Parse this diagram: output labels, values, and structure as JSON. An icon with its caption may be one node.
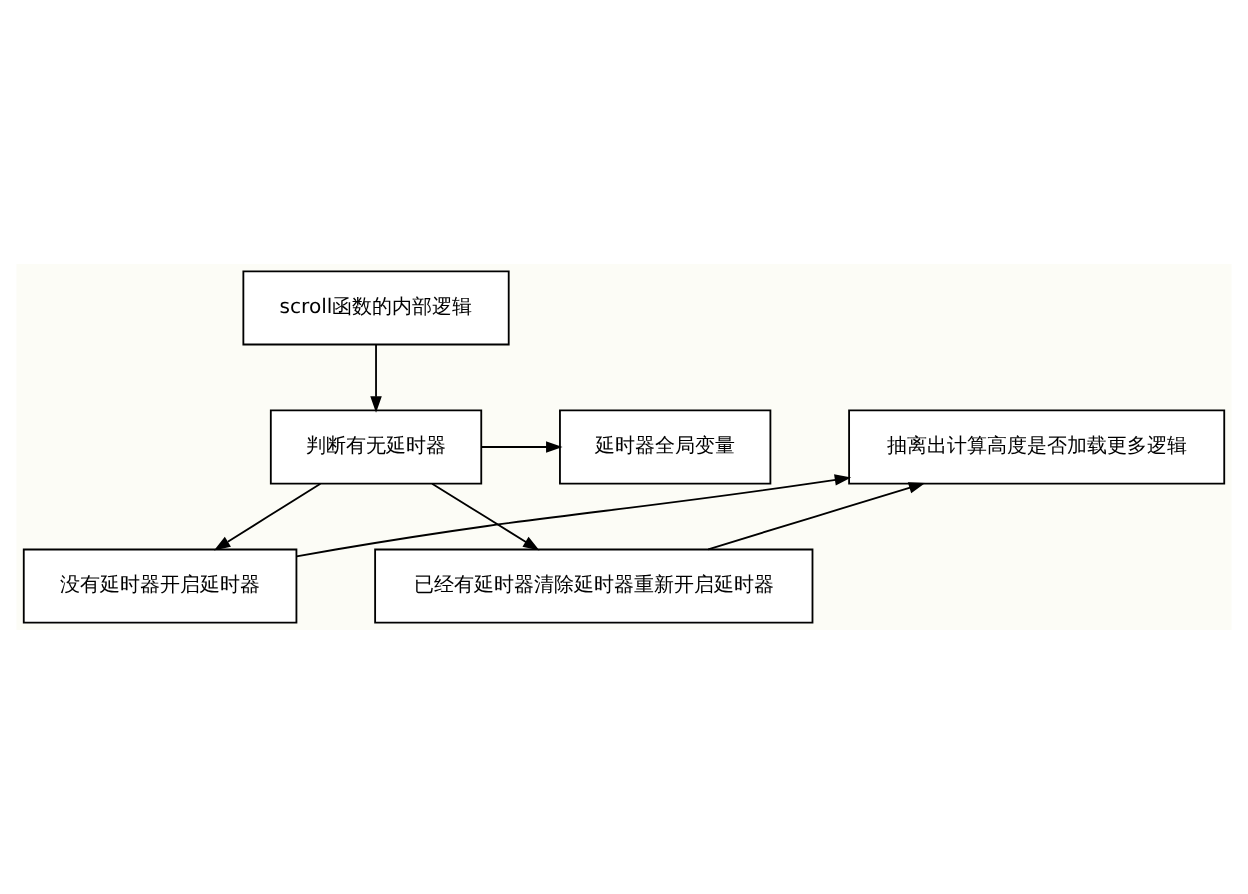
{
  "diagram": {
    "nodes": [
      {
        "text": [
          "scroll函数的内部逻辑"
        ]
      },
      {
        "text": [
          "延时器全局变量"
        ]
      },
      {
        "text": [
          "判断有无延时器"
        ]
      },
      {
        "text": [
          "抽离出计算高度是否加载更多逻辑"
        ]
      },
      {
        "text": [
          "没有延时器开启延时器"
        ]
      },
      {
        "text": [
          "已经有延时器清除延时器重新开启延时器"
        ]
      }
    ],
    "edges": [
      {
        "from": 0,
        "to": 2,
        "arrow": "to"
      },
      {
        "from": 2,
        "to": 1,
        "arrow": "to"
      },
      {
        "from": 2,
        "to": 4,
        "arrow": "to"
      },
      {
        "from": 2,
        "to": 5,
        "arrow": "to"
      },
      {
        "from": 4,
        "to": 3,
        "arrow": "to"
      },
      {
        "from": 5,
        "to": 3,
        "arrow": "to"
      }
    ]
  }
}
